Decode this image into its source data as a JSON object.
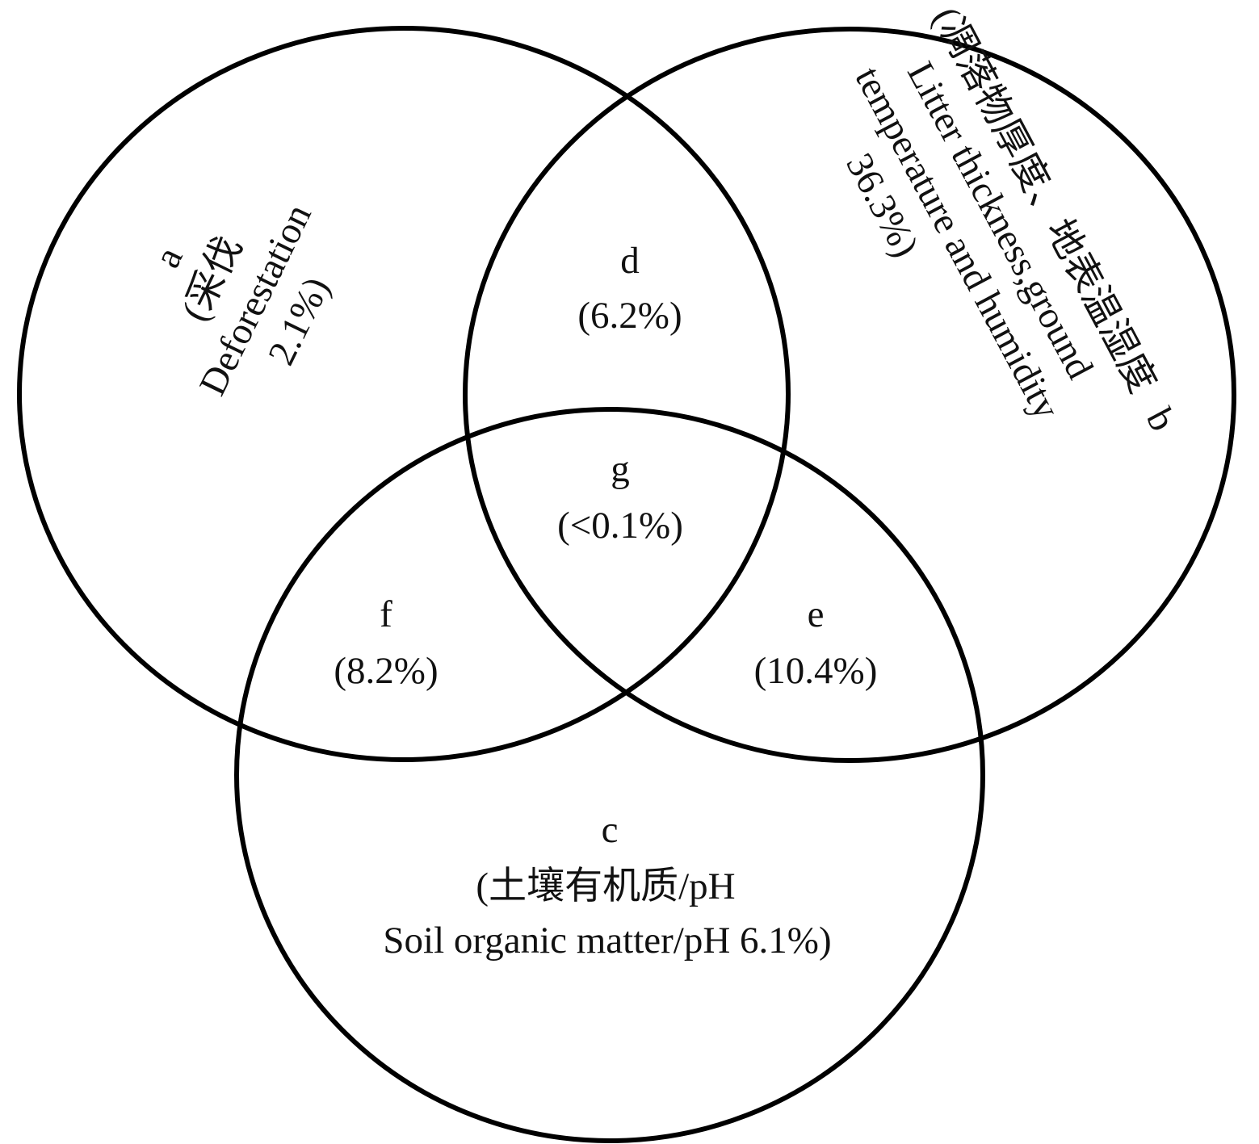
{
  "sets": {
    "a": {
      "letter": "a",
      "line1": "(采伐",
      "line2": "Deforestation",
      "line3": "2.1%)"
    },
    "b": {
      "letter": "b",
      "line1": "(凋落物厚度、地表温湿度",
      "line2": "Litter thickness,ground",
      "line3": "temperature and humidity",
      "line4": "36.3%)"
    },
    "c": {
      "letter": "c",
      "line1": "(土壤有机质/pH",
      "line2": "Soil organic matter/pH 6.1%)"
    }
  },
  "intersections": {
    "d": {
      "letter": "d",
      "value": "(6.2%)"
    },
    "e": {
      "letter": "e",
      "value": "(10.4%)"
    },
    "f": {
      "letter": "f",
      "value": "(8.2%)"
    },
    "g": {
      "letter": "g",
      "value": "(<0.1%)"
    }
  },
  "colors": {
    "stroke": "#000000",
    "text": "#111111",
    "background": "#ffffff"
  }
}
